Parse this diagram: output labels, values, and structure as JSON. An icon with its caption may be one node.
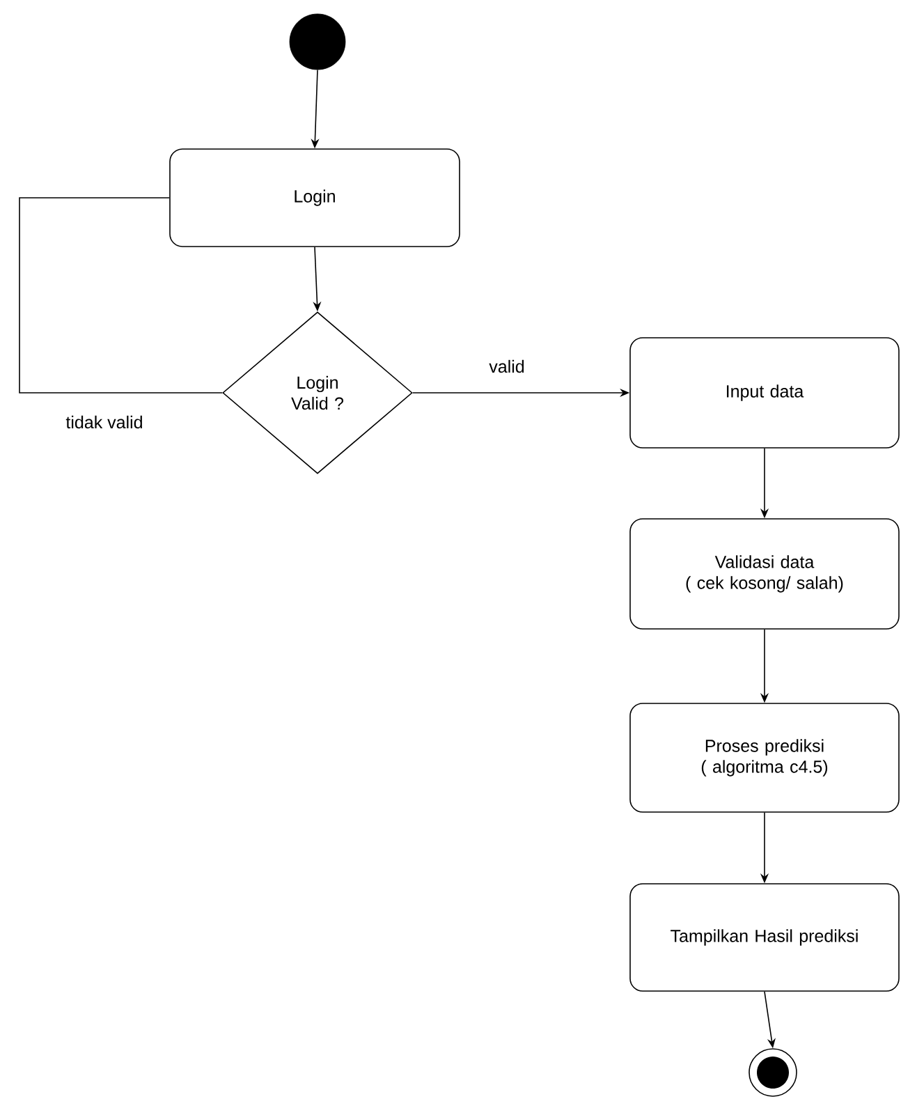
{
  "diagram": {
    "nodes": [
      {
        "text": [],
        "shape": "circle"
      },
      {
        "text": [
          "Login"
        ]
      },
      {
        "text": [
          "Login Valid ?"
        ]
      },
      {
        "text": [
          "Input data"
        ]
      },
      {
        "text": [
          "Validasi data",
          "( cek kosong/ salah)"
        ]
      },
      {
        "text": [
          "Proses prediksi",
          "( algoritma c4.5)"
        ]
      },
      {
        "text": [
          "Tampilkan Hasil prediksi"
        ]
      },
      {
        "text": [],
        "shape": "circle"
      }
    ],
    "edges": [
      {
        "from": 0,
        "to": 1,
        "arrow": "to"
      },
      {
        "from": 1,
        "to": 2,
        "arrow": "to"
      },
      {
        "from": 2,
        "to": 3,
        "arrow": "to",
        "label": "valid"
      },
      {
        "from": 2,
        "to": 1,
        "arrow": "none",
        "label": "tidak valid"
      },
      {
        "from": 3,
        "to": 4,
        "arrow": "to"
      },
      {
        "from": 4,
        "to": 5,
        "arrow": "to"
      },
      {
        "from": 5,
        "to": 6,
        "arrow": "to"
      },
      {
        "from": 6,
        "to": 7,
        "arrow": "to"
      }
    ]
  }
}
